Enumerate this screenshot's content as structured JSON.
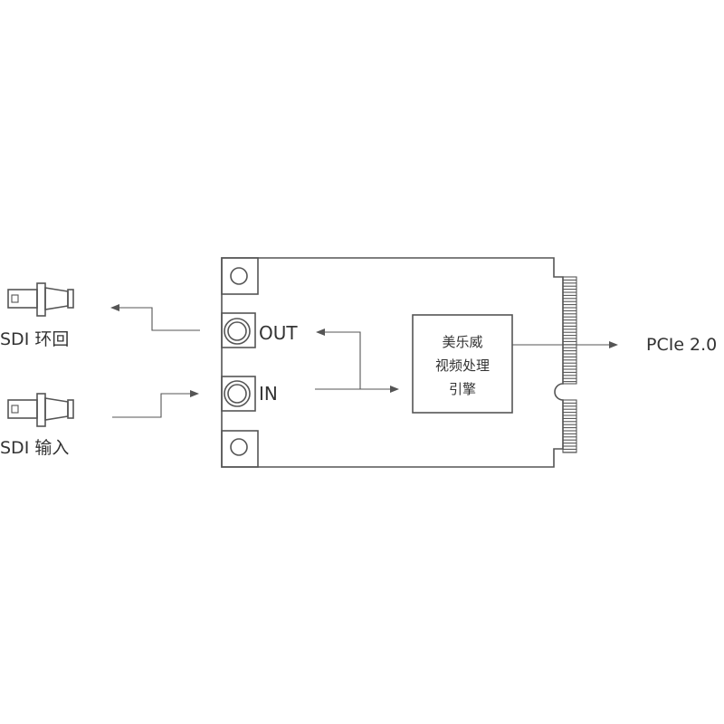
{
  "diagram": {
    "sdi_loop_label": "SDI 环回",
    "sdi_input_label": "SDI 输入",
    "port_out_label": "OUT",
    "port_in_label": "IN",
    "engine_lines": [
      "美乐威",
      "视频处理",
      "引擎"
    ],
    "bus_label": "PCIe 2.0",
    "line_color": "#555555",
    "text_color": "#333333"
  }
}
